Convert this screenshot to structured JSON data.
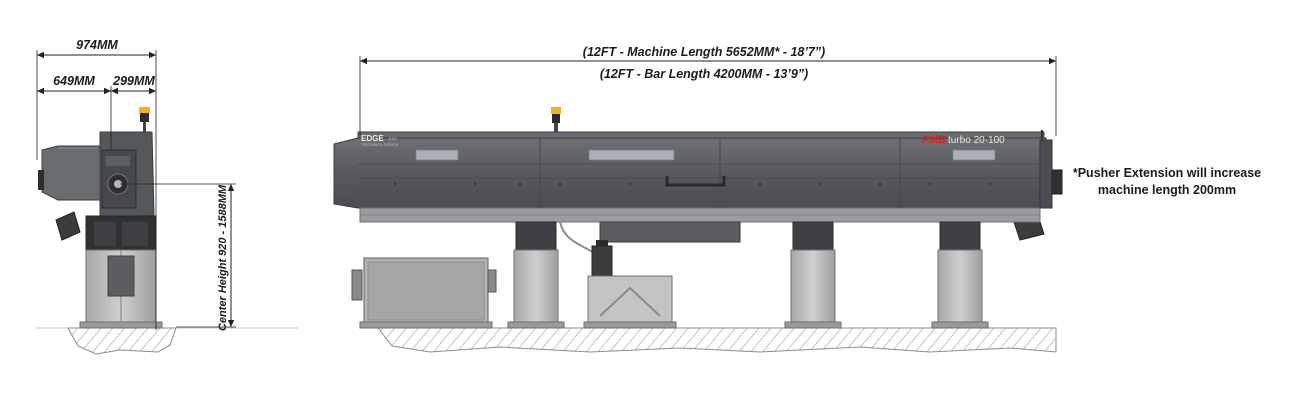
{
  "dimensions": {
    "side_total_width": "974MM",
    "side_left_width": "649MM",
    "side_right_width": "299MM",
    "center_height": "Center Height 920 - 1588MM",
    "machine_length": "(12FT - Machine Length 5652MM* - 18’7”)",
    "bar_length": "(12FT - Bar Length 4200MM - 13’9”)"
  },
  "note": {
    "line1": "*Pusher Extension will increase",
    "line2": "machine length 200mm"
  },
  "labels": {
    "brand": "EDGE",
    "brand_suffix": "800",
    "brand_sub": "TECHNOLOGIES",
    "manufacturer": "FMB",
    "model": "turbo 20·100"
  },
  "colors": {
    "machine_body": "#5b5d60",
    "machine_top": "#6a6c6f",
    "panel_light": "#a9b0b8",
    "stand": "#b9b9b9",
    "beacon": "#f2b316",
    "accent_red": "#d81e26",
    "dimension_line": "#222222"
  }
}
